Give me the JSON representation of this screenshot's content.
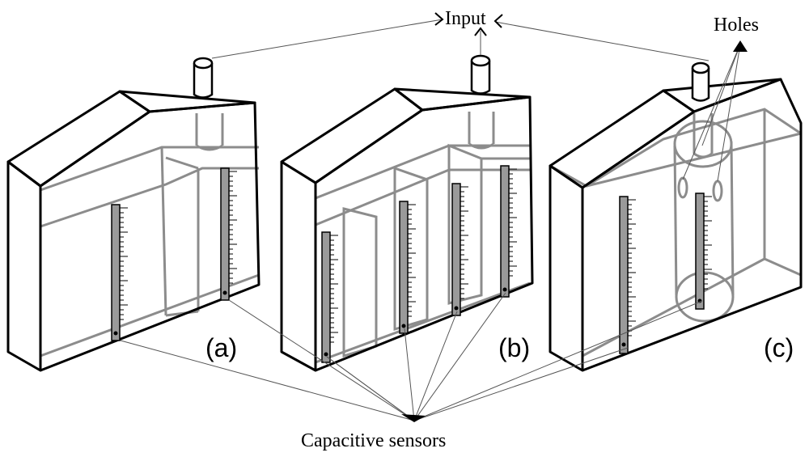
{
  "labels": {
    "input": "Input",
    "holes": "Holes",
    "capacitive_sensors": "Capacitive sensors"
  },
  "panels": [
    {
      "caption": "(a)"
    },
    {
      "caption": "(b)"
    },
    {
      "caption": "(c)"
    }
  ],
  "colors": {
    "outline": "#000000",
    "inner_lines": "#8c8c8c",
    "sensor_fill": "#9a9a9a",
    "pointer_lines": "#555555"
  }
}
